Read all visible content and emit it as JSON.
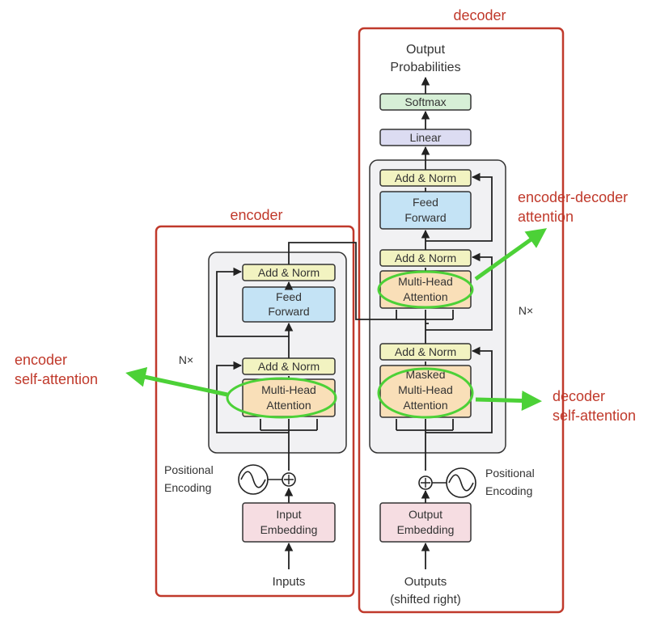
{
  "labels": {
    "decoder_title": "decoder",
    "encoder_title": "encoder",
    "enc_self_attn_1": "encoder",
    "enc_self_attn_2": "self-attention",
    "encdec_attn_1": "encoder-decoder",
    "encdec_attn_2": "attention",
    "dec_self_attn_1": "decoder",
    "dec_self_attn_2": "self-attention"
  },
  "encoder": {
    "nx": "N×",
    "add_norm_top": "Add & Norm",
    "ff_1": "Feed",
    "ff_2": "Forward",
    "add_norm_bottom": "Add & Norm",
    "mha_1": "Multi-Head",
    "mha_2": "Attention",
    "pos_enc_1": "Positional",
    "pos_enc_2": "Encoding",
    "embed_1": "Input",
    "embed_2": "Embedding",
    "input": "Inputs"
  },
  "decoder": {
    "output_1": "Output",
    "output_2": "Probabilities",
    "softmax": "Softmax",
    "linear": "Linear",
    "nx": "N×",
    "add_norm_top": "Add & Norm",
    "ff_1": "Feed",
    "ff_2": "Forward",
    "add_norm_mid": "Add & Norm",
    "mha_1": "Multi-Head",
    "mha_2": "Attention",
    "add_norm_bottom": "Add & Norm",
    "masked_1": "Masked",
    "masked_2": "Multi-Head",
    "masked_3": "Attention",
    "pos_enc_1": "Positional",
    "pos_enc_2": "Encoding",
    "embed_1": "Output",
    "embed_2": "Embedding",
    "input_1": "Outputs",
    "input_2": "(shifted right)"
  },
  "colors": {
    "red_frame": "#c0392b",
    "green_highlight": "#4cd137",
    "add_norm": "#f2f3c1",
    "feed_forward": "#c4e3f5",
    "attention": "#f9dfb8",
    "embedding": "#f6dde2",
    "softmax": "#d6efd6",
    "linear": "#dcdcf2",
    "stack_bg": "#f1f1f3"
  }
}
